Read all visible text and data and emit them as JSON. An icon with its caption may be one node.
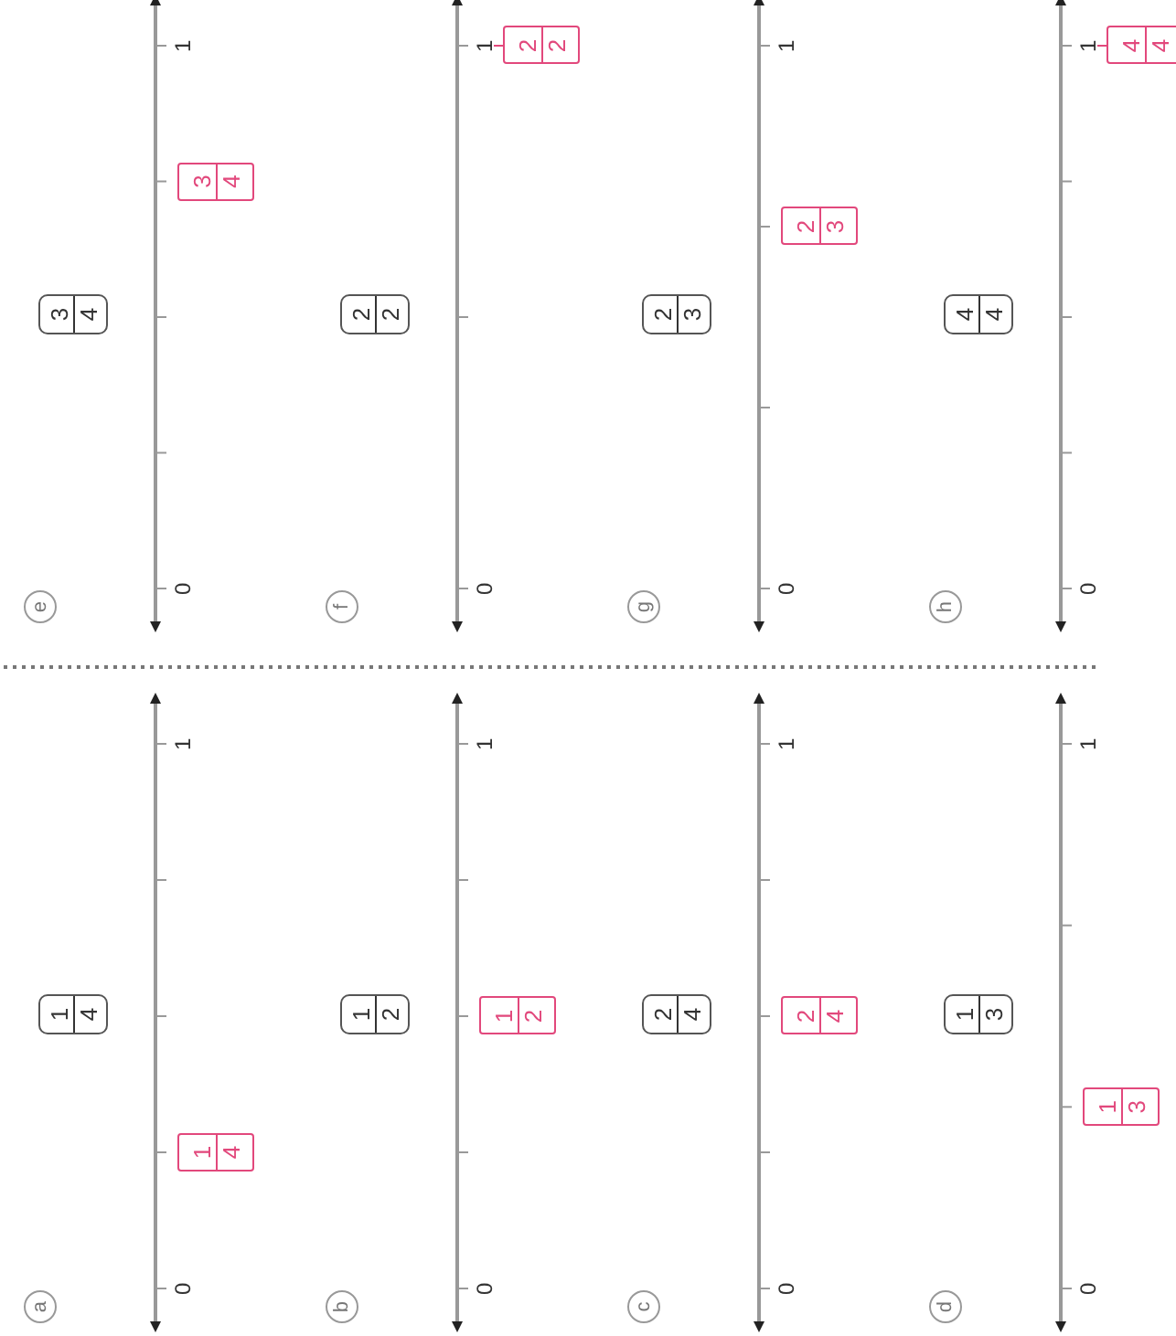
{
  "diagram": {
    "nodes": [
      {
        "text": [
          "a"
        ]
      },
      {
        "text": [
          "1",
          "4"
        ]
      },
      {
        "text": [
          "1",
          "4"
        ]
      },
      {
        "text": [
          "b"
        ]
      },
      {
        "text": [
          "1",
          "2"
        ]
      },
      {
        "text": [
          "1",
          "2"
        ]
      },
      {
        "text": [
          "c"
        ]
      },
      {
        "text": [
          "2",
          "4"
        ]
      },
      {
        "text": [
          "2",
          "4"
        ]
      },
      {
        "text": [
          "d"
        ]
      },
      {
        "text": [
          "1",
          "3"
        ]
      },
      {
        "text": [
          "1",
          "3"
        ]
      },
      {
        "text": [
          "e"
        ]
      },
      {
        "text": [
          "3",
          "4"
        ]
      },
      {
        "text": [
          "3",
          "4"
        ]
      },
      {
        "text": [
          "f"
        ]
      },
      {
        "text": [
          "2",
          "2"
        ]
      },
      {
        "text": [
          "2",
          "2"
        ]
      },
      {
        "text": [
          "g"
        ]
      },
      {
        "text": [
          "2",
          "3"
        ]
      },
      {
        "text": [
          "2",
          "3"
        ]
      },
      {
        "text": [
          "h"
        ]
      },
      {
        "text": [
          "4",
          "4"
        ]
      },
      {
        "text": [
          "4",
          "4"
        ]
      }
    ],
    "labels": [
      "0",
      "1",
      "0",
      "1",
      "0",
      "1",
      "0",
      "1",
      "0",
      "1",
      "0",
      "1",
      "0",
      "1",
      "0",
      "1"
    ]
  }
}
